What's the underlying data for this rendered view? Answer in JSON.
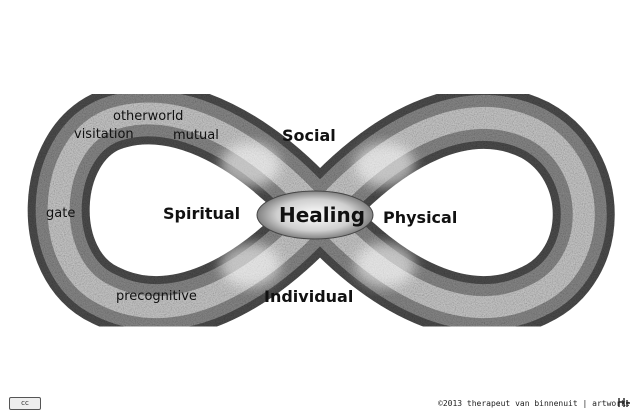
{
  "diagram": {
    "center": "Healing",
    "axes": {
      "top": "Social",
      "bottom": "Individual",
      "left": "Spiritual",
      "right": "Physical"
    },
    "loop_labels": {
      "otherworld": "otherworld",
      "visitation": "visitation",
      "mutual": "mutual",
      "gate": "gate",
      "precognitive": "precognitive"
    }
  },
  "footer": {
    "credit": "©2013 therapeut van binnenuit | artwork:",
    "license_badge": "cc",
    "artist_logo_icon": "artist-signature-icon"
  },
  "colors": {
    "loop_dark": "#5a5a5a",
    "loop_light": "#d8d8d8",
    "center_fill": "#9a9a9a"
  }
}
